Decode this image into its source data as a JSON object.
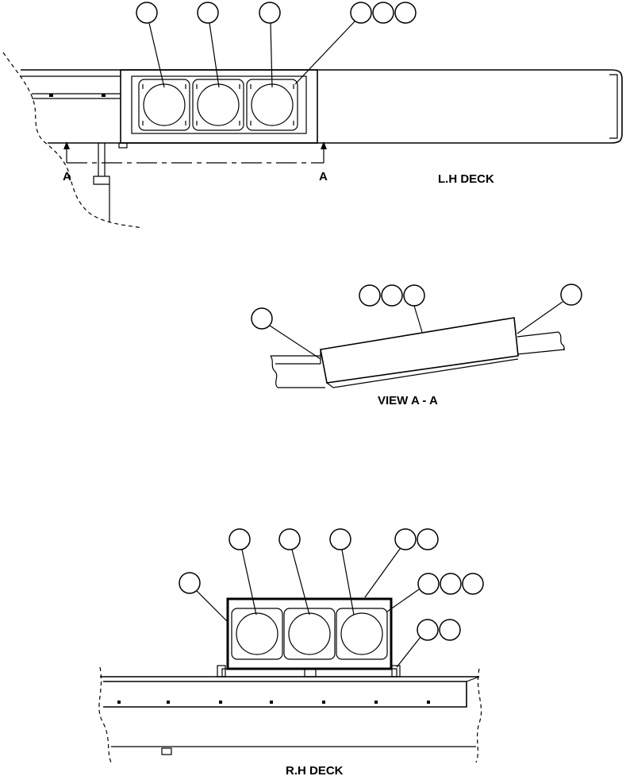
{
  "lh_deck": {
    "title": "L.H DECK",
    "section_marker_left": "A",
    "section_marker_right": "A"
  },
  "section_view": {
    "title": "VIEW A - A"
  },
  "rh_deck": {
    "title": "R.H DECK"
  }
}
